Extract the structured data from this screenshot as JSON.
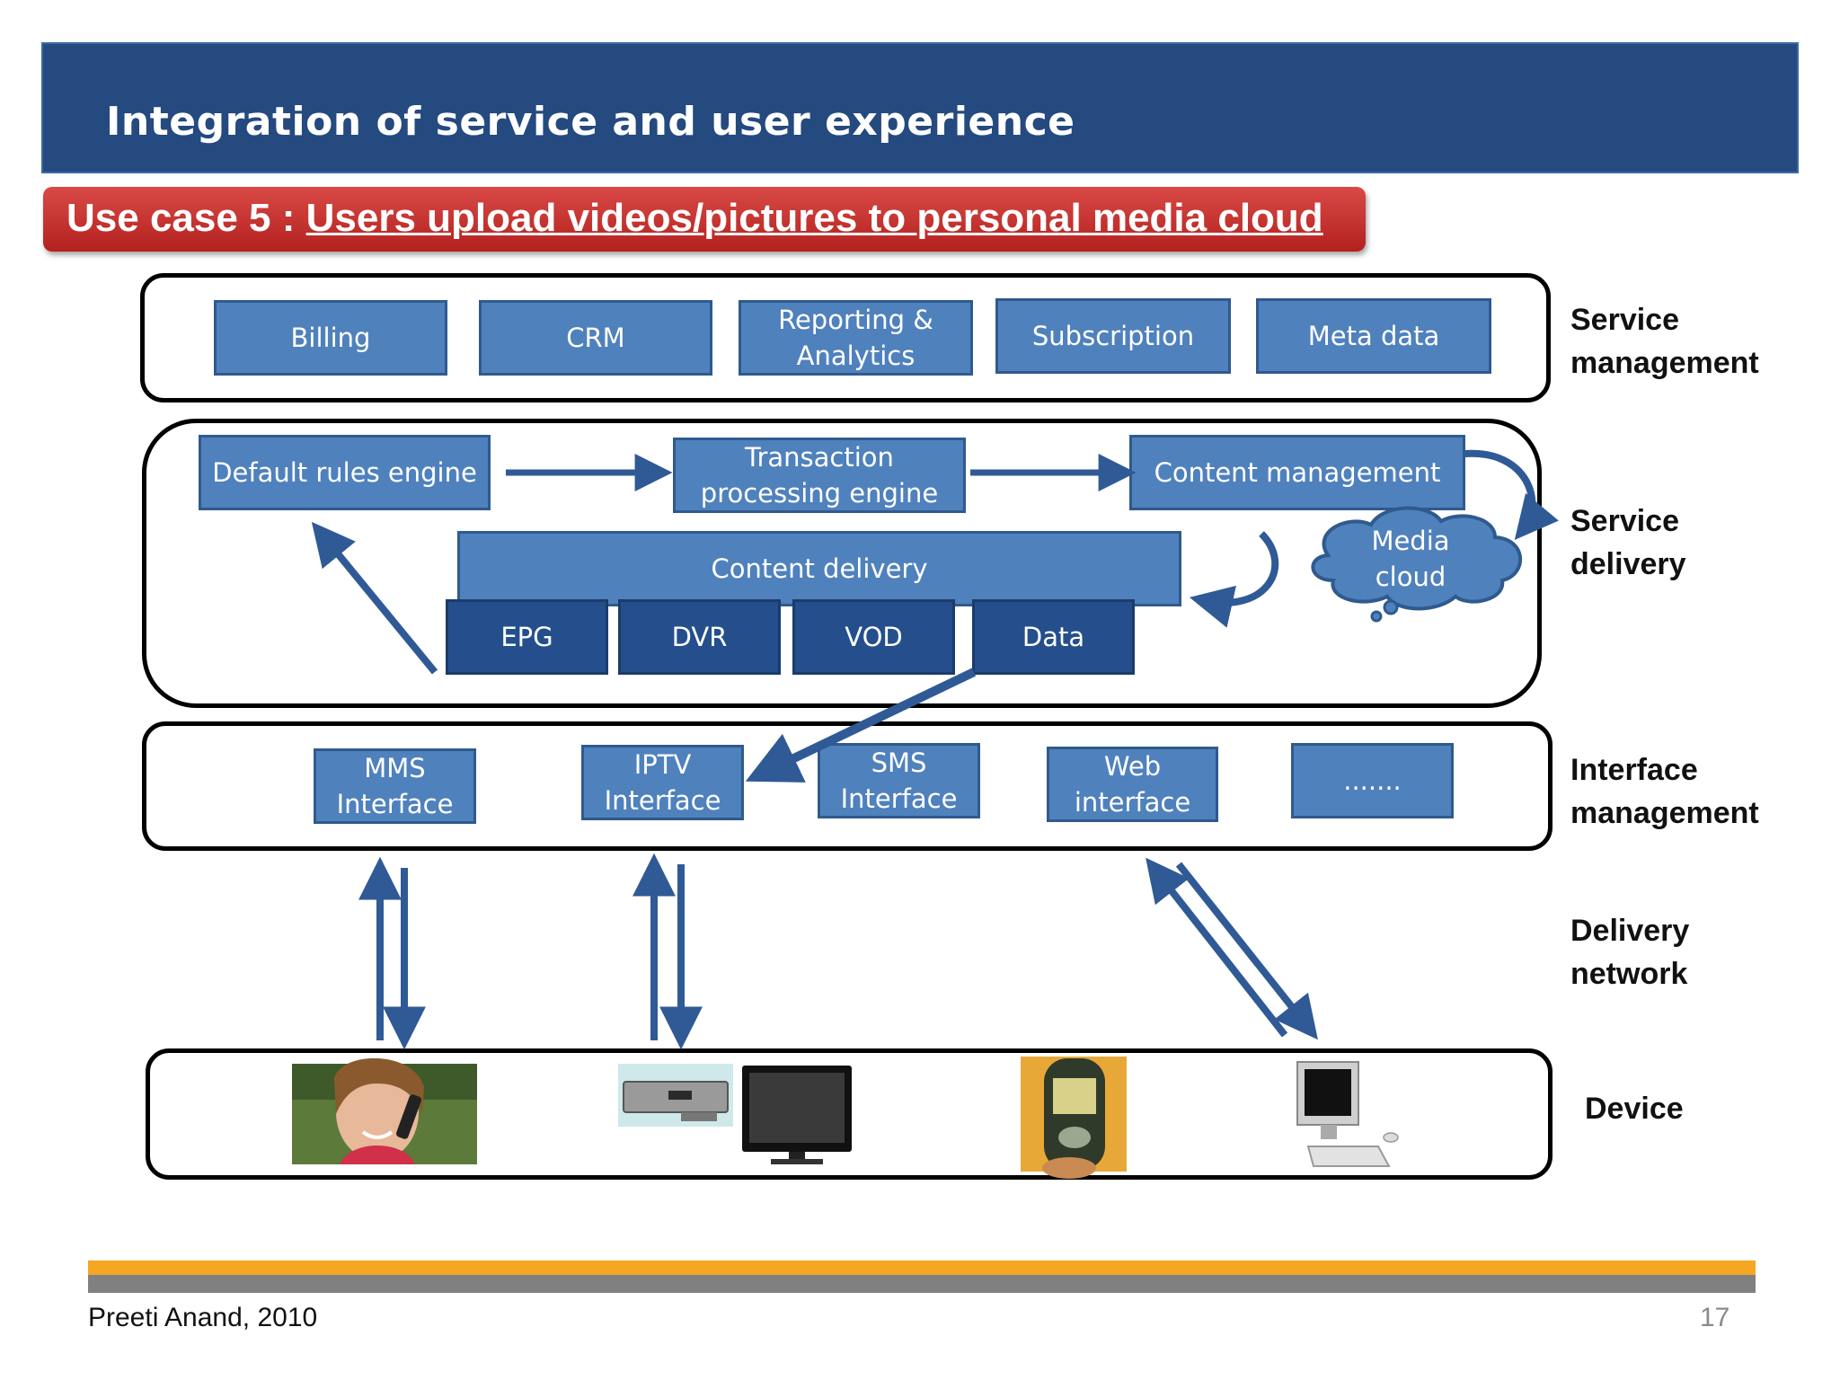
{
  "slide": {
    "title": "Integration of service and user experience",
    "usecase_prefix": "Use case 5 : ",
    "usecase_title": "Users upload videos/pictures to personal media cloud"
  },
  "layers": {
    "service_management": {
      "label": "Service\nmanagement",
      "boxes": [
        "Billing",
        "CRM",
        "Reporting &\nAnalytics",
        "Subscription",
        "Meta data"
      ]
    },
    "service_delivery": {
      "label": "Service\ndelivery",
      "default_rules": "Default rules engine",
      "transaction": "Transaction\nprocessing engine",
      "content_management": "Content  management",
      "media_cloud": "Media\ncloud",
      "content_delivery": "Content  delivery",
      "sub_boxes": [
        "EPG",
        "DVR",
        "VOD",
        "Data"
      ]
    },
    "interface_management": {
      "label": "Interface\nmanagement",
      "boxes": [
        "MMS\nInterface",
        "IPTV\nInterface",
        "SMS\nInterface",
        "Web\ninterface",
        "......."
      ]
    },
    "delivery_network": {
      "label": "Delivery\nnetwork"
    },
    "device": {
      "label": "Device",
      "items": [
        "phone-user-photo",
        "settop-box-image",
        "television-image",
        "mobile-phone-image",
        "desktop-computer-image"
      ]
    }
  },
  "footer": {
    "author": "Preeti Anand, 2010",
    "page": "17"
  },
  "colors": {
    "title_bar": "#244a7f",
    "usecase_bar": "#c0302c",
    "box": "#4f81bd",
    "box_dark": "#244f8c",
    "arrow": "#2f5a96",
    "footer_orange": "#f5a623",
    "footer_gray": "#808080"
  }
}
